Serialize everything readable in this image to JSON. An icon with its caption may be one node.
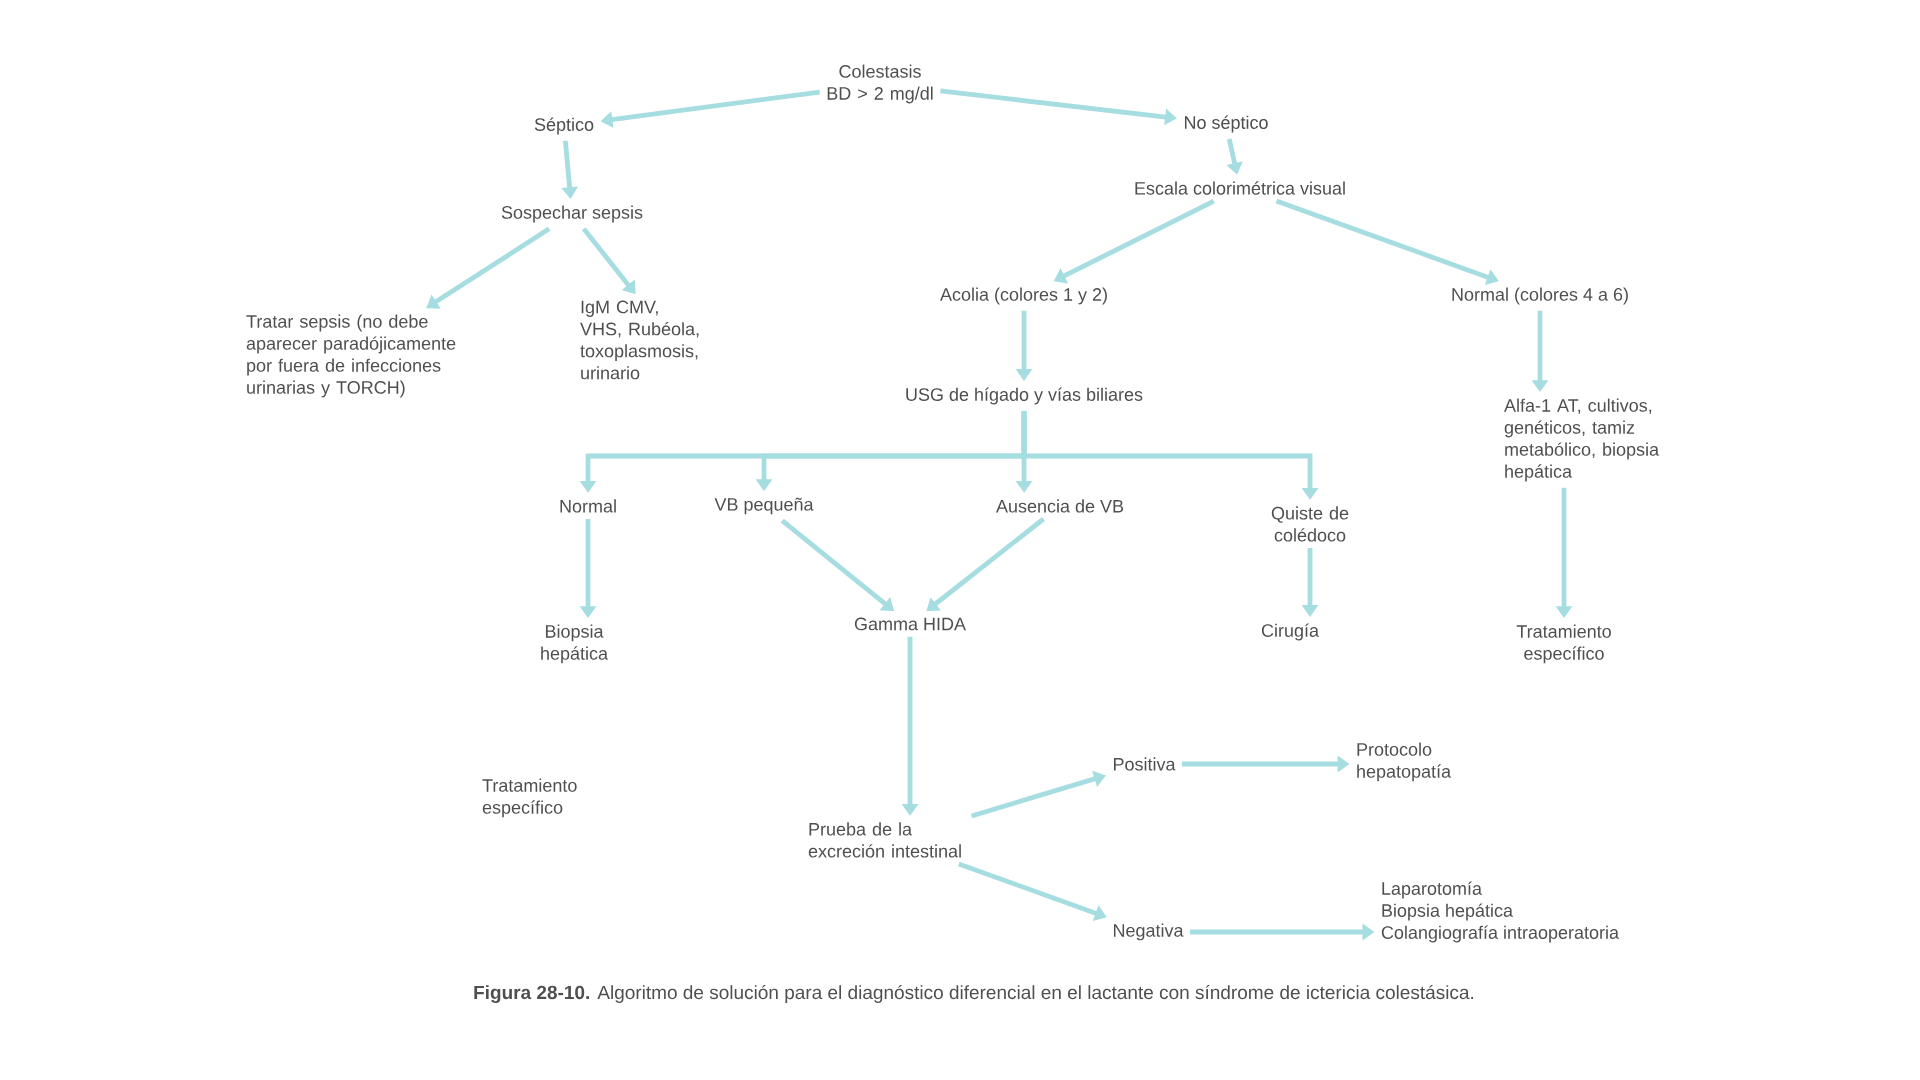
{
  "diagram": {
    "caption": "**Figura 28-10.** Algoritmo de solución para el diagnóstico diferencial en el lactante con síndrome de ictericia colestásica.",
    "nodes": [
      {
        "text": [
          "Colestasis BD > 2 mg/dl"
        ]
      },
      {
        "text": [
          "Séptico"
        ]
      },
      {
        "text": [
          "No séptico"
        ]
      },
      {
        "text": [
          "Sospechar sepsis"
        ]
      },
      {
        "text": [
          "Escala colorimétrica visual"
        ]
      },
      {
        "text": [
          "Tratar sepsis (no debe aparecer paradójicamente por fuera de infecciones urinarias y TORCH)"
        ]
      },
      {
        "text": [
          "IgM CMV, VHS, Rubéola, toxoplasmosis, urinario"
        ]
      },
      {
        "text": [
          "Acolia (colores 1 y 2)"
        ]
      },
      {
        "text": [
          "Normal (colores 4 a 6)"
        ]
      },
      {
        "text": [
          "USG de hígado y vías biliares"
        ]
      },
      {
        "text": [
          "Normal"
        ]
      },
      {
        "text": [
          "VB pequeña"
        ]
      },
      {
        "text": [
          "Ausencia de VB"
        ]
      },
      {
        "text": [
          "Quiste de colédoco"
        ]
      },
      {
        "text": [
          "Alfa-1 AT, cultivos, genéticos, tamiz metabólico, biopsia hepática"
        ]
      },
      {
        "text": [
          "Biopsia hepática"
        ]
      },
      {
        "text": [
          "Gamma HIDA"
        ]
      },
      {
        "text": [
          "Cirugía"
        ]
      },
      {
        "text": [
          "Tratamiento específico"
        ]
      },
      {
        "text": [
          "Prueba de la excreción intestinal"
        ]
      },
      {
        "text": [
          "Positiva"
        ]
      },
      {
        "text": [
          "Negativa"
        ]
      },
      {
        "text": [
          "Protocolo hepatopatía"
        ]
      },
      {
        "text": [
          "Laparotomía",
          "Biopsia hepática",
          "Colangiografía intraoperatoria"
        ]
      }
    ],
    "edges": [
      {
        "from": 0,
        "to": 1,
        "arrow": "to"
      },
      {
        "from": 0,
        "to": 2,
        "arrow": "to"
      },
      {
        "from": 1,
        "to": 3,
        "arrow": "to"
      },
      {
        "from": 2,
        "to": 4,
        "arrow": "to"
      },
      {
        "from": 3,
        "to": 5,
        "arrow": "to"
      },
      {
        "from": 3,
        "to": 6,
        "arrow": "to"
      },
      {
        "from": 4,
        "to": 7,
        "arrow": "to"
      },
      {
        "from": 4,
        "to": 8,
        "arrow": "to"
      },
      {
        "from": 7,
        "to": 9,
        "arrow": "to"
      },
      {
        "from": 9,
        "to": 10,
        "arrow": "to"
      },
      {
        "from": 9,
        "to": 11,
        "arrow": "to"
      },
      {
        "from": 9,
        "to": 12,
        "arrow": "to"
      },
      {
        "from": 9,
        "to": 13,
        "arrow": "to"
      },
      {
        "from": 8,
        "to": 14,
        "arrow": "to"
      },
      {
        "from": 10,
        "to": 15,
        "arrow": "to"
      },
      {
        "from": 11,
        "to": 16,
        "arrow": "to"
      },
      {
        "from": 12,
        "to": 16,
        "arrow": "to"
      },
      {
        "from": 13,
        "to": 17,
        "arrow": "to"
      },
      {
        "from": 14,
        "to": 18,
        "arrow": "to"
      },
      {
        "from": 16,
        "to": 19,
        "arrow": "to"
      },
      {
        "from": 19,
        "to": 20,
        "arrow": "to"
      },
      {
        "from": 19,
        "to": 21,
        "arrow": "to"
      },
      {
        "from": 20,
        "to": 22,
        "arrow": "to"
      },
      {
        "from": 21,
        "to": 23,
        "arrow": "to"
      }
    ],
    "labels": [
      "Tratamiento específico"
    ]
  }
}
